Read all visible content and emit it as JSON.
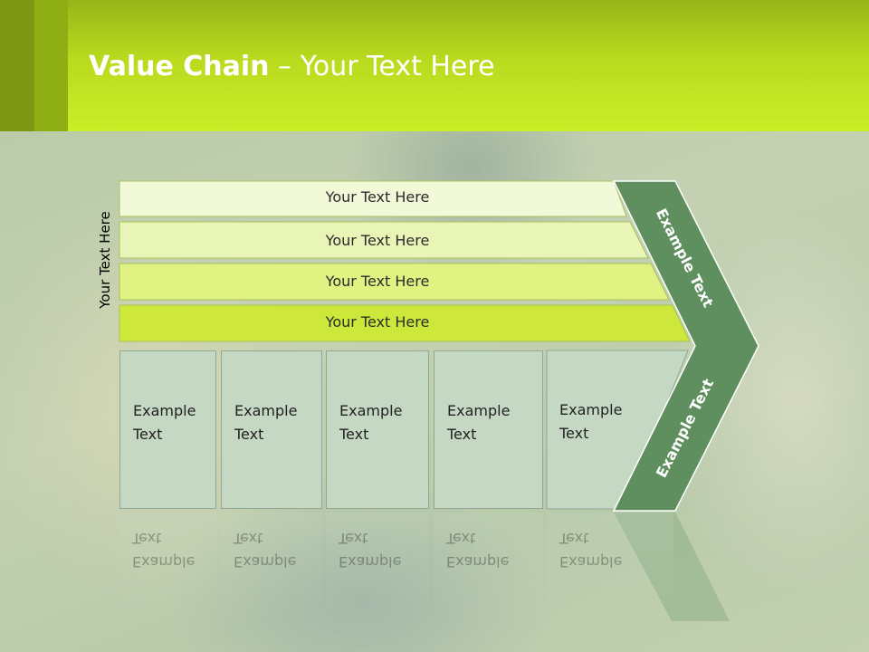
{
  "title": {
    "bold": "Value Chain",
    "rest": " – Your Text Here"
  },
  "side_label": "Your Text Here",
  "rows": [
    "Your Text Here",
    "Your Text Here",
    "Your Text Here",
    "Your Text Here"
  ],
  "cells": [
    {
      "line1": "Example",
      "line2": "Text"
    },
    {
      "line1": "Example",
      "line2": "Text"
    },
    {
      "line1": "Example",
      "line2": "Text"
    },
    {
      "line1": "Example",
      "line2": "Text"
    },
    {
      "line1": "Example",
      "line2": "Text"
    }
  ],
  "chevron": {
    "upper": "Example Text",
    "lower": "Example Text"
  },
  "colors": {
    "header": "#c3e524",
    "chevron": "#5f8f5f",
    "cells": "#c4d8c4",
    "rows": [
      "#f2f9d9",
      "#e9f5b6",
      "#e0f282",
      "#cde83a"
    ]
  }
}
